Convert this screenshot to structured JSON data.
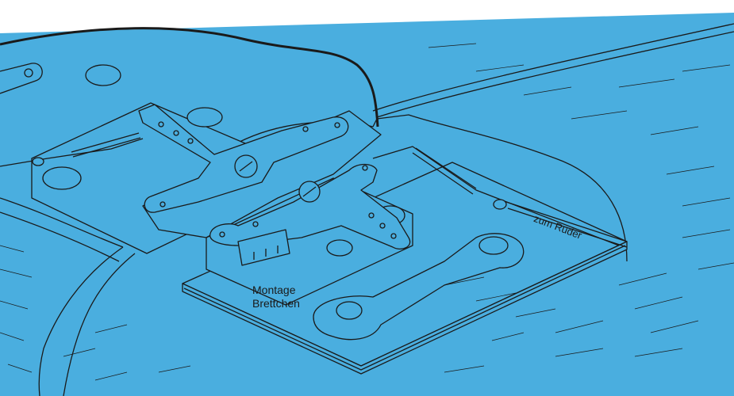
{
  "labels": {
    "montage_line1": "Montage",
    "montage_line2": "Brettchen",
    "ruder": "zum Ruder"
  },
  "colors": {
    "background_blue": "#4aaedf",
    "paper_white": "#ffffff",
    "ink": "#1a1a1a"
  }
}
